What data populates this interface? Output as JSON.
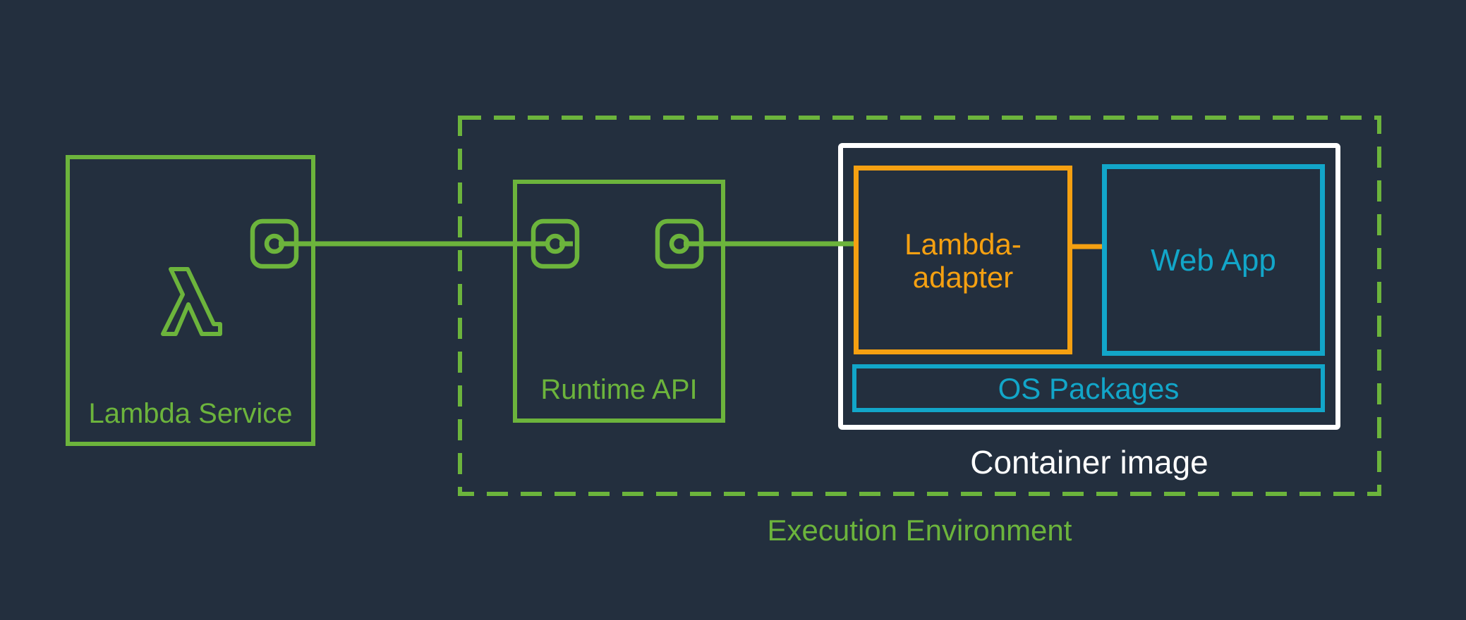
{
  "colors": {
    "background": "#232F3E",
    "green": "#6CB43C",
    "orange": "#F5A011",
    "cyan": "#12A6C9",
    "white": "#FFFFFF"
  },
  "nodes": {
    "lambda_service": {
      "label": "Lambda Service"
    },
    "runtime_api": {
      "label": "Runtime API"
    },
    "lambda_adapter": {
      "label": "Lambda-\nadapter"
    },
    "web_app": {
      "label": "Web App"
    },
    "os_packages": {
      "label": "OS Packages"
    },
    "container_image": {
      "label": "Container image"
    },
    "execution_environment": {
      "label": "Execution Environment"
    }
  },
  "icons": {
    "lambda": "aws-lambda-icon",
    "port": "port-icon"
  },
  "connections": [
    {
      "from": "lambda_service",
      "to": "runtime_api",
      "color": "#6CB43C"
    },
    {
      "from": "runtime_api",
      "to": "lambda_adapter",
      "color": "#6CB43C"
    },
    {
      "from": "lambda_adapter",
      "to": "web_app",
      "color": "#F5A011"
    }
  ]
}
